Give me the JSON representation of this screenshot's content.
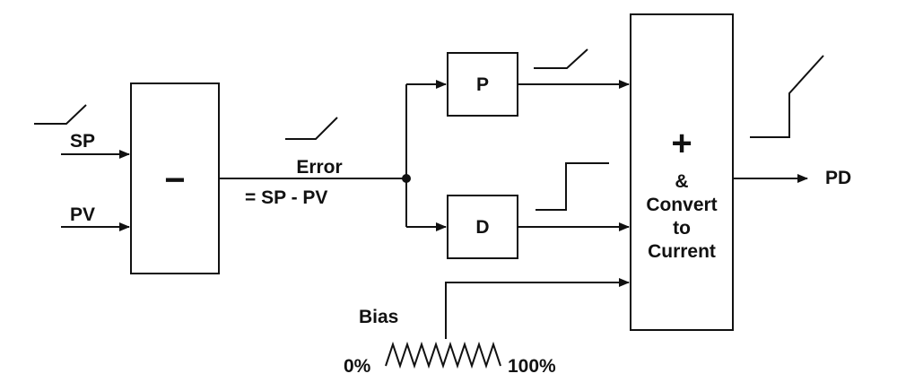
{
  "inputs": {
    "sp": "SP",
    "pv": "PV"
  },
  "subtract_block": {
    "symbol": "−"
  },
  "error": {
    "label": "Error",
    "formula": "= SP - PV"
  },
  "p_block": {
    "label": "P"
  },
  "d_block": {
    "label": "D"
  },
  "sum_block": {
    "symbol": "+",
    "lines": [
      "&",
      "Convert",
      "to",
      "Current"
    ]
  },
  "output": {
    "label": "PD"
  },
  "bias": {
    "label": "Bias",
    "min": "0%",
    "max": "100%"
  },
  "colors": {
    "stroke": "#111111",
    "background": "#ffffff"
  }
}
